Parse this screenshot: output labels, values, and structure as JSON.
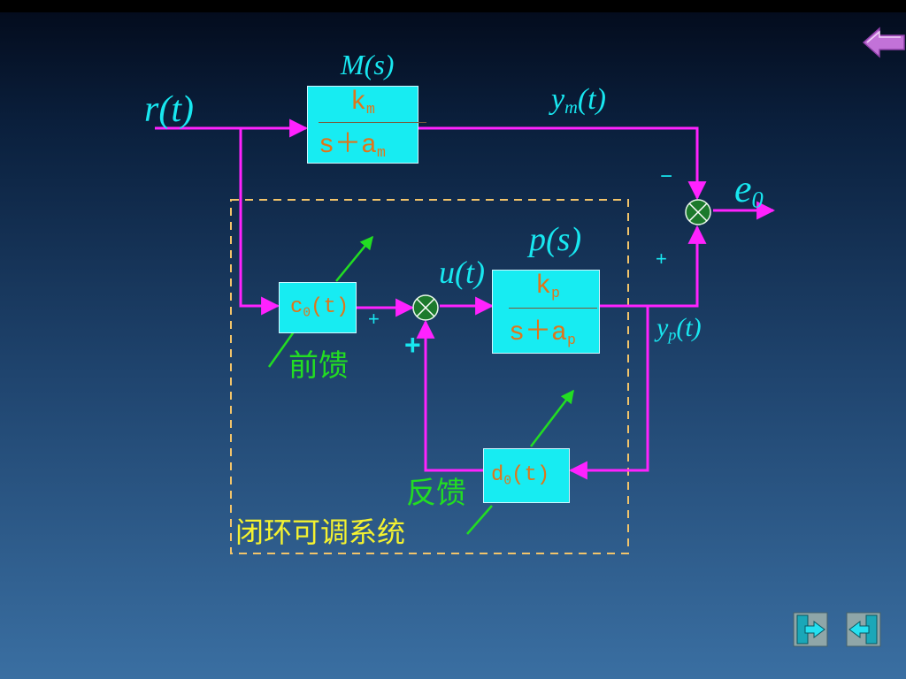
{
  "signals": {
    "input": "r(t)",
    "model_output_base": "y",
    "model_output_sub": "m",
    "model_output_tail": "(t)",
    "error_base": "e",
    "error_sub": "0",
    "control": "u(t)",
    "plant_output_base": "y",
    "plant_output_sub": "p",
    "plant_output_tail": "(t)"
  },
  "blocks": {
    "model_label": "M(s)",
    "model_num_base": "k",
    "model_num_sub": "m",
    "model_den_base": "s＋a",
    "model_den_sub": "m",
    "plant_label": "p(s)",
    "plant_num_base": "k",
    "plant_num_sub": "p",
    "plant_den_base": "s＋a",
    "plant_den_sub": "p",
    "feedforward_base": "c",
    "feedforward_sub": "0",
    "feedforward_tail": "(t)",
    "feedback_base": "d",
    "feedback_sub": "0",
    "feedback_tail": "(t)"
  },
  "signs": {
    "error_minus": "−",
    "error_plus": "+",
    "sum_plus_ff": "+",
    "sum_plus_fb": "+"
  },
  "annotations": {
    "feedforward": "前馈",
    "feedback": "反馈",
    "adjustable_system": "闭环可调系统"
  },
  "colors": {
    "signal_line": "#ff22ff",
    "block_fill": "#17ecf2",
    "block_text": "#e0751a",
    "label": "#18e7f0",
    "adjust_arrow": "#22dd22",
    "dashed_frame": "#f2c46a",
    "note_text": "#f4f230",
    "summing_junction": "#1c7a2c"
  },
  "nav": {
    "back_icon": "return-arrow-icon",
    "prev_icon": "door-left-arrow-icon",
    "next_icon": "door-right-arrow-icon"
  }
}
